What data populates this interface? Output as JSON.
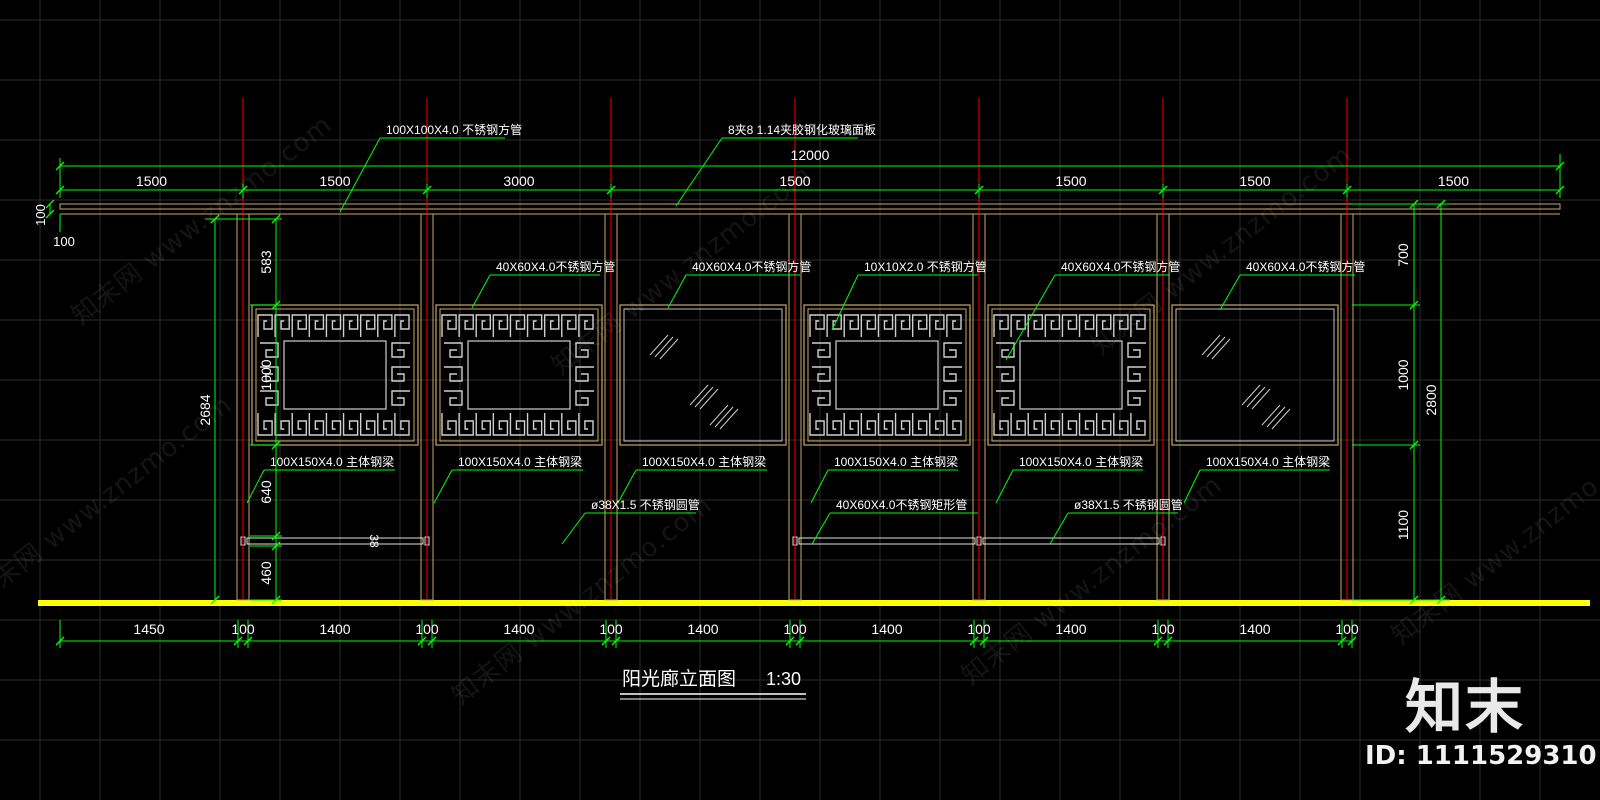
{
  "drawing": {
    "title": "阳光廊立面图",
    "scale": "1:30",
    "top_dims": [
      "1500",
      "1500",
      "3000",
      "1500",
      "1500",
      "1500",
      "1500"
    ],
    "total_dim": "12000",
    "bottom_dims": [
      "1450",
      "100",
      "1400",
      "100",
      "1400",
      "100",
      "1400",
      "100",
      "1400",
      "100",
      "1400",
      "100",
      "1400",
      "100"
    ],
    "left_dims": {
      "roof": "100",
      "roof_offset": "100",
      "top": "583",
      "panel": "1000",
      "mid": "640",
      "rail": "38",
      "base": "460",
      "overall": "2684"
    },
    "right_dims": {
      "top": "700",
      "panel": "1000",
      "base": "1100",
      "overall": "2800"
    },
    "callouts": {
      "roof_tube": "100X100X4.0 不锈钢方管",
      "glass": "8夹8 1.14夹胶钢化玻璃面板",
      "frame_a": "40X60X4.0不锈钢方管",
      "frame_b": "10X10X2.0 不锈钢方管",
      "beam": "100X150X4.0 主体钢梁",
      "round_tube": "ø38X1.5 不锈钢圆管",
      "rect_tube": "40X60X4.0不锈钢矩形管"
    },
    "panel_types": [
      "lattice",
      "lattice",
      "glass",
      "lattice",
      "lattice",
      "glass"
    ]
  },
  "branding": {
    "logo": "知末",
    "id": "ID: 1111529310",
    "watermark": "知末网 www.znzmo.com"
  },
  "colors": {
    "background": "#000000",
    "grid": "#2b2b2b",
    "dimension": "#00ff00",
    "axis": "#ff0000",
    "structure": "#c8a868",
    "lattice": "#cfcfcf",
    "ground": "#ffff00",
    "text": "#ffffff"
  }
}
